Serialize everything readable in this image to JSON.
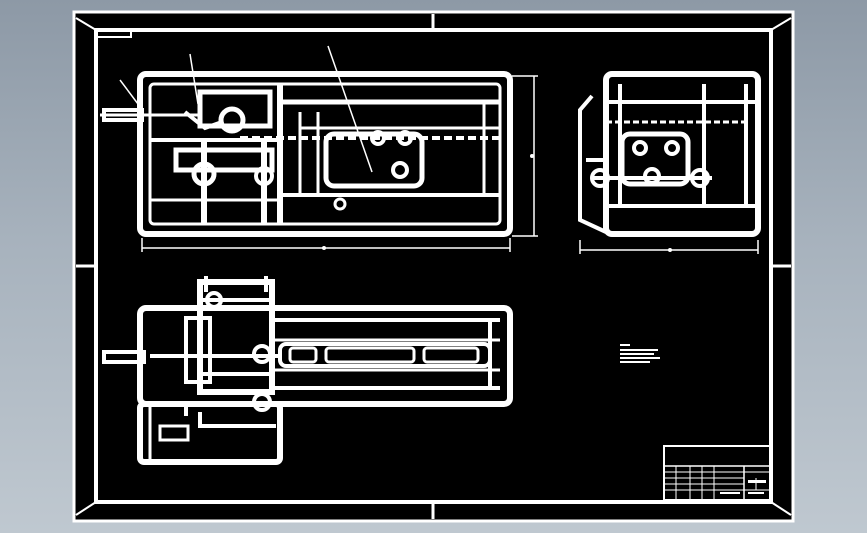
{
  "app": {
    "viewport_bg_top": "#8d99a6",
    "viewport_bg_bottom": "#bfc8d0",
    "sheet_color": "#000000",
    "line_color": "#ffffff"
  },
  "drawing": {
    "views": [
      "front-view",
      "side-view",
      "top-view"
    ],
    "notes_visible": true,
    "title_block_visible": true
  }
}
